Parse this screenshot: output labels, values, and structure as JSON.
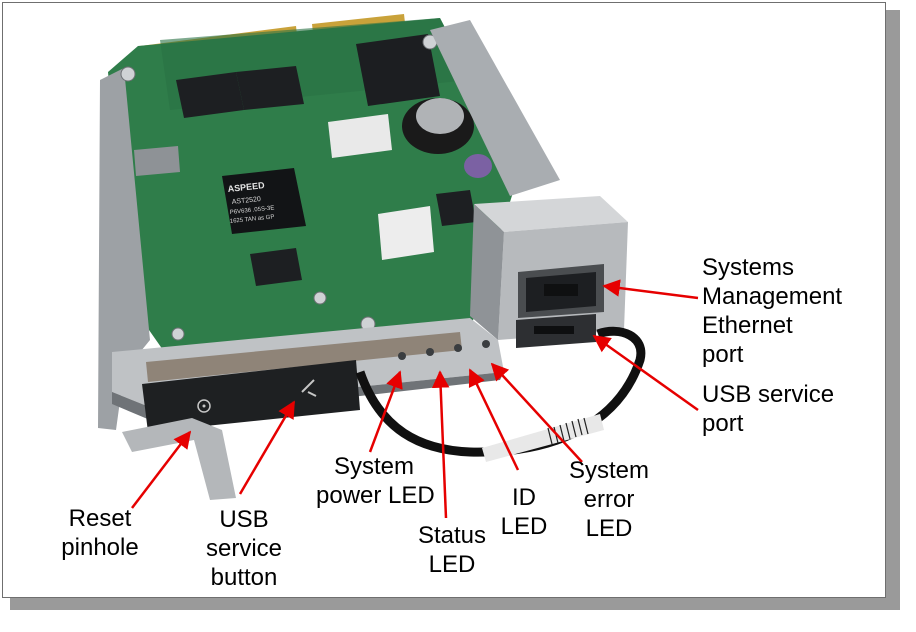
{
  "callouts": {
    "systems_mgmt_port": [
      "Systems",
      "Management",
      "Ethernet",
      "port"
    ],
    "usb_service_port": [
      "USB service",
      "port"
    ],
    "system_power_led": [
      "System",
      "power LED"
    ],
    "status_led": [
      "Status",
      "LED"
    ],
    "id_led": [
      "ID",
      "LED"
    ],
    "system_error_led": [
      "System",
      "error",
      "LED"
    ],
    "reset_pinhole": [
      "Reset",
      "pinhole"
    ],
    "usb_service_button": [
      "USB",
      "service",
      "button"
    ]
  },
  "board": {
    "chip_brand": "ASPEED",
    "chip_model": "AST2520",
    "chip_line2": "P6V636 .05S-3E",
    "chip_line3": "1625 TAN as GP"
  },
  "colors": {
    "pcb": "#2f7d4a",
    "metal": "#b9bcbf",
    "arrow": "#e60000"
  }
}
